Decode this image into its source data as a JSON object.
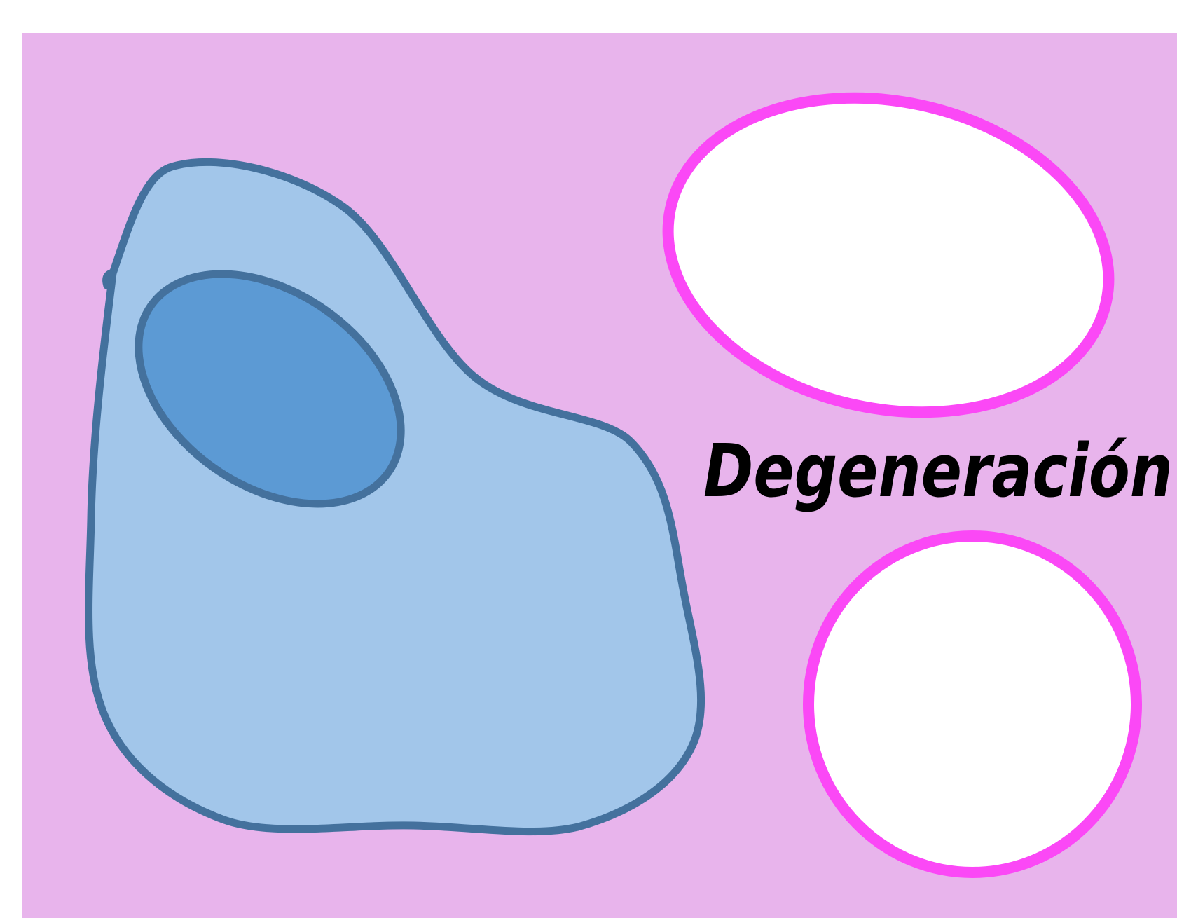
{
  "diagram": {
    "label": "Degeneración",
    "colors": {
      "background": "#e8b4ec",
      "page": "#ffffff",
      "cell_fill": "#a2c6ea",
      "cell_outline": "#44719d",
      "nucleus_fill": "#5c9ad4",
      "vesicle_fill": "#ffffff",
      "vesicle_outline": "#fb48f6",
      "label": "#000000"
    },
    "shapes": [
      {
        "name": "cell-body",
        "kind": "cell"
      },
      {
        "name": "cell-nucleus",
        "kind": "nucleus"
      },
      {
        "name": "vesicle-oval",
        "kind": "vesicle"
      },
      {
        "name": "vesicle-circle",
        "kind": "vesicle"
      }
    ]
  }
}
